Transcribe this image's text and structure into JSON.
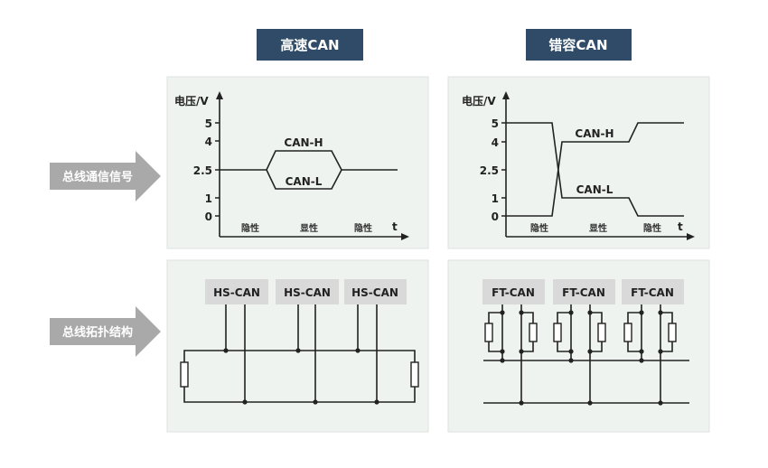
{
  "columns": [
    {
      "title": "高速CAN",
      "node_label": "HS-CAN"
    },
    {
      "title": "错容CAN",
      "node_label": "FT-CAN"
    }
  ],
  "rows": [
    {
      "label": "总线通信信号"
    },
    {
      "label": "总线拓扑结构"
    }
  ],
  "chart": {
    "ylabel": "电压/V",
    "xlabel": "t",
    "yticks": [
      "5",
      "4",
      "2.5",
      "1",
      "0"
    ],
    "phases": [
      "隐性",
      "显性",
      "隐性"
    ],
    "series": [
      "CAN-H",
      "CAN-L"
    ]
  },
  "colors": {
    "title_bg": "#2f4b68",
    "arrow": "#a9a9a9",
    "panel": "#eef3f0"
  }
}
